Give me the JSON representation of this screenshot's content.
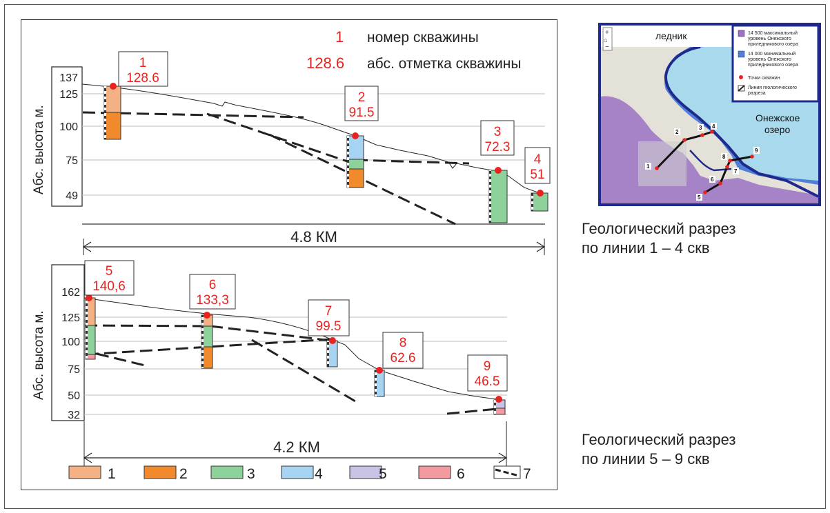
{
  "colors": {
    "l1": "#f4b183",
    "l2": "#f08a2c",
    "l3": "#8ed19a",
    "l4": "#a8d4f3",
    "l5": "#c9c3e6",
    "l6": "#f39aa0",
    "red": "#e8231f",
    "lake": "#a9d9ec",
    "water_min": "#4f7fd6",
    "water_max": "#9b72c4",
    "border": "#1f2a8c"
  },
  "legend_top": {
    "num_example": "1",
    "num_label": "номер скважины",
    "alt_example": "128.6",
    "alt_label": "абс. отметка скважины"
  },
  "section1": {
    "ylabel": "Абс. высота м.",
    "ticks": [
      "137",
      "125",
      "100",
      "75",
      "49"
    ],
    "distance": "4.8 КМ",
    "wells": [
      {
        "num": "1",
        "alt": "128.6"
      },
      {
        "num": "2",
        "alt": "91.5"
      },
      {
        "num": "3",
        "alt": "72.3"
      },
      {
        "num": "4",
        "alt": "51"
      }
    ]
  },
  "section2": {
    "ylabel": "Абс. высота м.",
    "ticks": [
      "162",
      "125",
      "100",
      "75",
      "50",
      "32"
    ],
    "distance": "4.2 КМ",
    "wells": [
      {
        "num": "5",
        "alt": "140,6"
      },
      {
        "num": "6",
        "alt": "133,3"
      },
      {
        "num": "7",
        "alt": "99.5"
      },
      {
        "num": "8",
        "alt": "62.6"
      },
      {
        "num": "9",
        "alt": "46.5"
      }
    ]
  },
  "legend_bottom": [
    "1",
    "2",
    "3",
    "4",
    "5",
    "6",
    "7"
  ],
  "map": {
    "glacier": "ледник",
    "lake": "Онежское\nозеро",
    "legend": [
      {
        "text": "14 500 максимальный уровень Онежского приледникового озера",
        "icon": "purple-square"
      },
      {
        "text": "14 000 минимальный уровень Онежского приледникового озера",
        "icon": "blue-square"
      },
      {
        "text": "Точки скважин",
        "icon": "red-dot"
      },
      {
        "text": "Линия геологического разреза",
        "icon": "section-line"
      }
    ],
    "points": [
      "1",
      "2",
      "3",
      "4",
      "5",
      "6",
      "7",
      "8",
      "9"
    ],
    "controls": [
      "+",
      "⌂",
      "−"
    ]
  },
  "captions": {
    "c1": "Геологический разрез\nпо линии 1 – 4 скв",
    "c2": "Геологический разрез\nпо линии 5 – 9 скв"
  }
}
